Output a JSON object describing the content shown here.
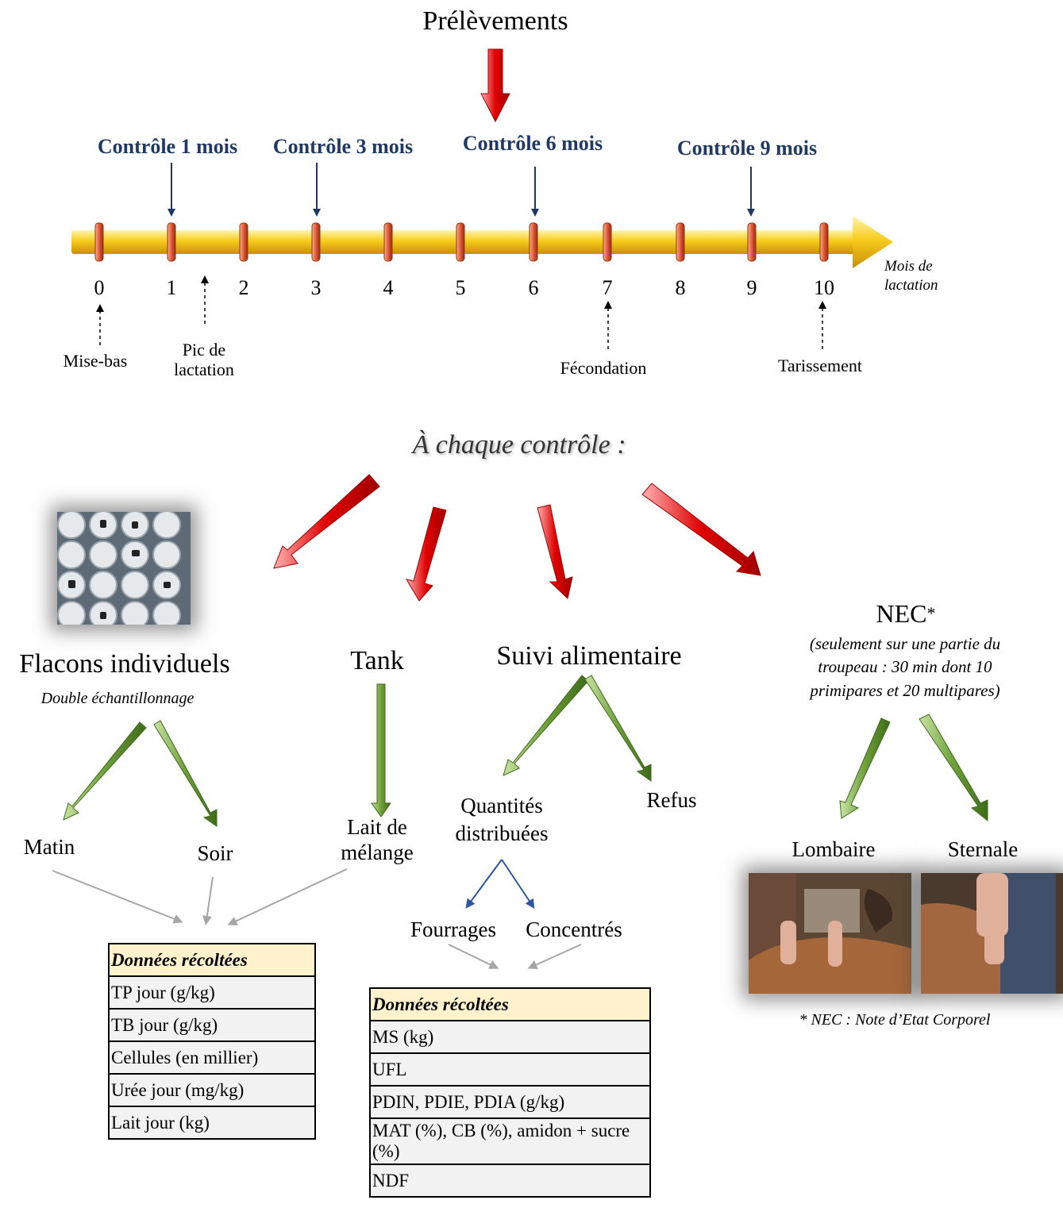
{
  "title": "Prélèvements",
  "timeline": {
    "axis_label_line1": "Mois de",
    "axis_label_line2": "lactation",
    "months": [
      "0",
      "1",
      "2",
      "3",
      "4",
      "5",
      "6",
      "7",
      "8",
      "9",
      "10"
    ],
    "controls": [
      "Contrôle 1 mois",
      "Contrôle 3 mois",
      "Contrôle 6 mois",
      "Contrôle 9 mois"
    ],
    "events": {
      "mise_bas": "Mise-bas",
      "pic_line1": "Pic de",
      "pic_line2": "lactation",
      "fecondation": "Fécondation",
      "tarissement": "Tarissement"
    }
  },
  "each_control": "À chaque contrôle :",
  "flacons": {
    "title": "Flacons individuels",
    "subtitle": "Double échantillonnage",
    "matin": "Matin",
    "soir": "Soir",
    "photo_icon": "milk-sample-vials"
  },
  "tank": {
    "title": "Tank",
    "lait_line1": "Lait de",
    "lait_line2": "mélange"
  },
  "suivi": {
    "title": "Suivi alimentaire",
    "quantites_line1": "Quantités",
    "quantites_line2": "distribuées",
    "refus": "Refus",
    "fourrages": "Fourrages",
    "concentres": "Concentrés"
  },
  "nec": {
    "title": "NEC",
    "star": "*",
    "note_line1": "(seulement sur une partie du",
    "note_line2": "troupeau : 30 min dont 10",
    "note_line3": "primipares et 20 multipares)",
    "lombaire": "Lombaire",
    "sternale": "Sternale",
    "footnote": "* NEC : Note d’Etat Corporel"
  },
  "table_milk": {
    "header": "Données récoltées",
    "rows": [
      "TP jour  (g/kg)",
      "TB jour (g/kg)",
      "Cellules (en millier)",
      "Urée jour (mg/kg)",
      "Lait jour (kg)"
    ]
  },
  "table_feed": {
    "header": "Données récoltées",
    "rows": [
      "MS (kg)",
      "UFL",
      "PDIN, PDIE, PDIA (g/kg)",
      "MAT (%), CB (%), amidon + sucre (%)",
      "NDF"
    ]
  },
  "colors": {
    "control_blue": "#1f3864",
    "red_arrow": "#e00000",
    "green_arrow": "#5c8f2e",
    "timeline_yellow": "#f5c518",
    "table_header_bg": "#fff2cc",
    "table_cell_bg": "#f2f2f2"
  }
}
